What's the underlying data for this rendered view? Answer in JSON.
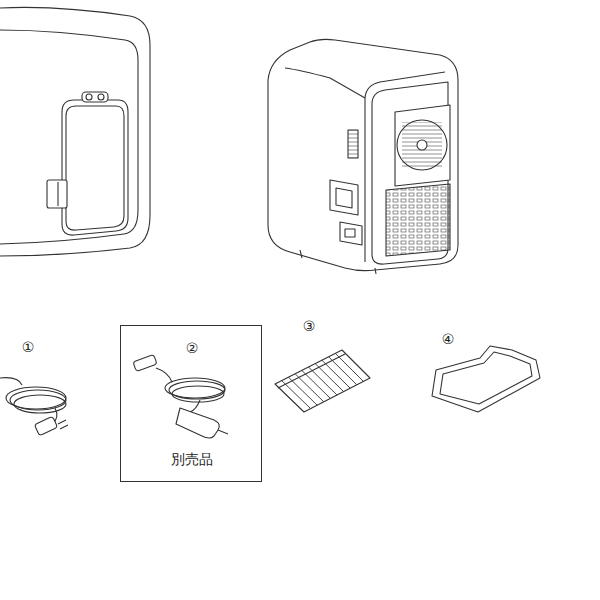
{
  "diagram": {
    "nodes": [
      {
        "text": [
          "②",
          "別売品"
        ]
      }
    ],
    "labels": [
      "①",
      "③",
      "④"
    ]
  }
}
